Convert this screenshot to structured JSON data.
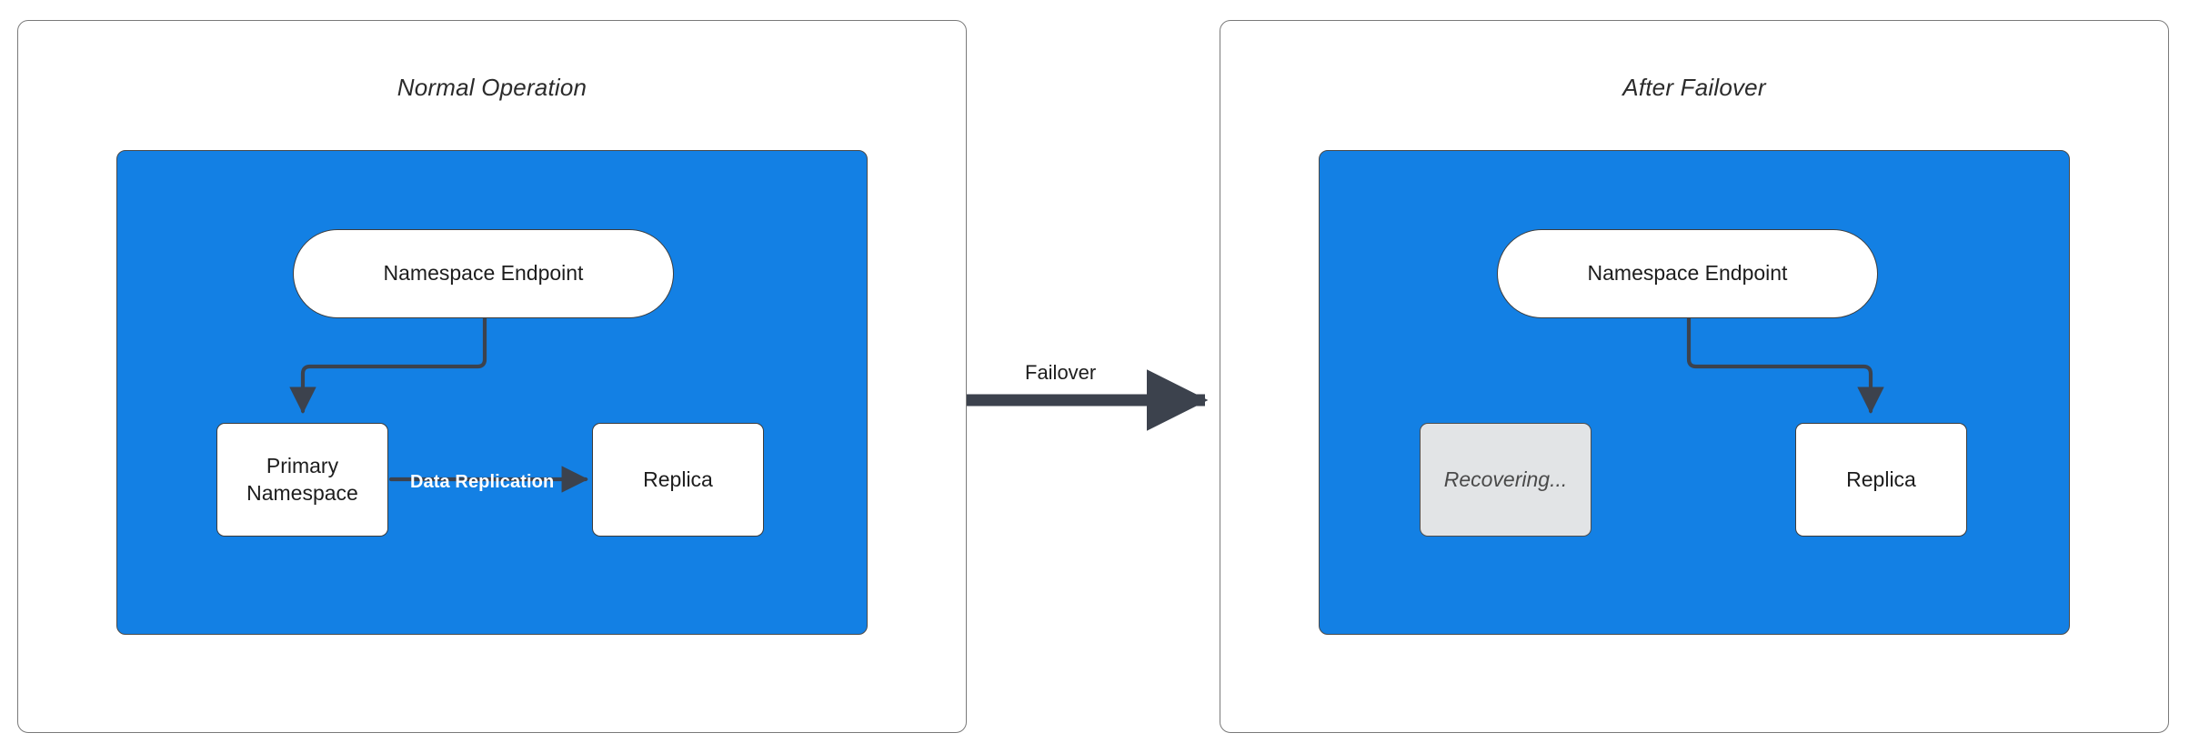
{
  "diagram": {
    "title": "Namespace failover: normal operation vs after failover",
    "background": "#ffffff",
    "accent_blue": "#1380E4",
    "edge_color": "#3c424d",
    "dim_fill": "#E2E4E6"
  },
  "panels": [
    {
      "id": "normal-operation",
      "title": "Normal Operation",
      "region_fill": "#1380E4",
      "nodes": [
        {
          "id": "endpoint",
          "label": "Namespace Endpoint",
          "shape": "pill",
          "state": "active"
        },
        {
          "id": "primary",
          "label": "Primary\nNamespace",
          "shape": "rounded-rect",
          "state": "active"
        },
        {
          "id": "replica",
          "label": "Replica",
          "shape": "rounded-rect",
          "state": "active"
        }
      ],
      "node_labels": {
        "endpoint": "Namespace Endpoint",
        "primary_line1": "Primary",
        "primary_line2": "Namespace",
        "replica": "Replica"
      },
      "edges": [
        {
          "from": "endpoint",
          "to": "primary",
          "label": "",
          "style": "elbow-arrow"
        },
        {
          "from": "primary",
          "to": "replica",
          "label": "Data Replication",
          "style": "straight-arrow"
        }
      ],
      "edge_labels": {
        "data_replication": "Data Replication"
      }
    },
    {
      "id": "after-failover",
      "title": "After Failover",
      "region_fill": "#1380E4",
      "nodes": [
        {
          "id": "endpoint",
          "label": "Namespace Endpoint",
          "shape": "pill",
          "state": "active"
        },
        {
          "id": "recovering",
          "label": "Recovering...",
          "shape": "rounded-rect",
          "state": "dimmed"
        },
        {
          "id": "replica",
          "label": "Replica",
          "shape": "rounded-rect",
          "state": "active"
        }
      ],
      "node_labels": {
        "endpoint": "Namespace Endpoint",
        "recovering": "Recovering...",
        "replica": "Replica"
      },
      "edges": [
        {
          "from": "endpoint",
          "to": "replica",
          "label": "",
          "style": "elbow-arrow"
        }
      ]
    }
  ],
  "transition": {
    "label": "Failover",
    "from_panel": "normal-operation",
    "to_panel": "after-failover",
    "arrow_color": "#3c424d"
  }
}
